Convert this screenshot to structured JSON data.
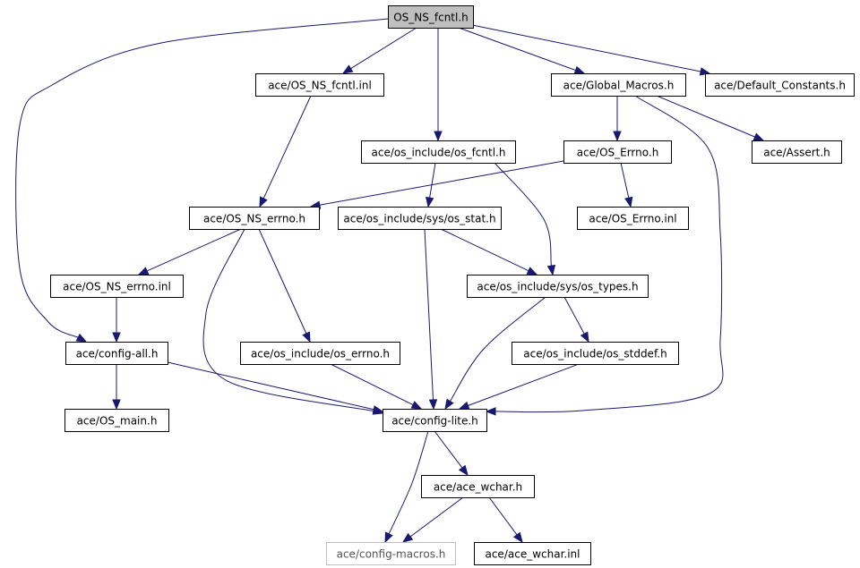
{
  "diagram": {
    "nodes": [
      {
        "id": "OS_NS_fcntl_h",
        "label": "OS_NS_fcntl.h",
        "kind": "root"
      },
      {
        "id": "OS_NS_fcntl_inl",
        "label": "ace/OS_NS_fcntl.inl",
        "kind": "normal"
      },
      {
        "id": "Global_Macros_h",
        "label": "ace/Global_Macros.h",
        "kind": "normal"
      },
      {
        "id": "Default_Constants_h",
        "label": "ace/Default_Constants.h",
        "kind": "normal"
      },
      {
        "id": "os_fcntl_h",
        "label": "ace/os_include/os_fcntl.h",
        "kind": "normal"
      },
      {
        "id": "OS_Errno_h",
        "label": "ace/OS_Errno.h",
        "kind": "normal"
      },
      {
        "id": "Assert_h",
        "label": "ace/Assert.h",
        "kind": "normal"
      },
      {
        "id": "OS_NS_errno_h",
        "label": "ace/OS_NS_errno.h",
        "kind": "normal"
      },
      {
        "id": "os_stat_h",
        "label": "ace/os_include/sys/os_stat.h",
        "kind": "normal"
      },
      {
        "id": "OS_Errno_inl",
        "label": "ace/OS_Errno.inl",
        "kind": "normal"
      },
      {
        "id": "OS_NS_errno_inl",
        "label": "ace/OS_NS_errno.inl",
        "kind": "normal"
      },
      {
        "id": "os_types_h",
        "label": "ace/os_include/sys/os_types.h",
        "kind": "normal"
      },
      {
        "id": "config_all_h",
        "label": "ace/config-all.h",
        "kind": "normal"
      },
      {
        "id": "os_errno_h",
        "label": "ace/os_include/os_errno.h",
        "kind": "normal"
      },
      {
        "id": "os_stddef_h",
        "label": "ace/os_include/os_stddef.h",
        "kind": "normal"
      },
      {
        "id": "OS_main_h",
        "label": "ace/OS_main.h",
        "kind": "normal"
      },
      {
        "id": "config_lite_h",
        "label": "ace/config-lite.h",
        "kind": "normal"
      },
      {
        "id": "ace_wchar_h",
        "label": "ace/ace_wchar.h",
        "kind": "normal"
      },
      {
        "id": "config_macros_h",
        "label": "ace/config-macros.h",
        "kind": "external"
      },
      {
        "id": "ace_wchar_inl",
        "label": "ace/ace_wchar.inl",
        "kind": "normal"
      }
    ],
    "edges": [
      {
        "from": "OS_NS_fcntl_h",
        "to": "OS_NS_fcntl_inl"
      },
      {
        "from": "OS_NS_fcntl_h",
        "to": "os_fcntl_h"
      },
      {
        "from": "OS_NS_fcntl_h",
        "to": "Global_Macros_h"
      },
      {
        "from": "OS_NS_fcntl_h",
        "to": "Default_Constants_h"
      },
      {
        "from": "OS_NS_fcntl_h",
        "to": "config_all_h"
      },
      {
        "from": "OS_NS_fcntl_inl",
        "to": "OS_NS_errno_h"
      },
      {
        "from": "Global_Macros_h",
        "to": "OS_Errno_h"
      },
      {
        "from": "Global_Macros_h",
        "to": "Assert_h"
      },
      {
        "from": "Global_Macros_h",
        "to": "config_lite_h"
      },
      {
        "from": "os_fcntl_h",
        "to": "os_stat_h"
      },
      {
        "from": "os_fcntl_h",
        "to": "os_types_h"
      },
      {
        "from": "OS_Errno_h",
        "to": "OS_NS_errno_h"
      },
      {
        "from": "OS_Errno_h",
        "to": "OS_Errno_inl"
      },
      {
        "from": "OS_NS_errno_h",
        "to": "OS_NS_errno_inl"
      },
      {
        "from": "OS_NS_errno_h",
        "to": "os_errno_h"
      },
      {
        "from": "OS_NS_errno_h",
        "to": "config_lite_h"
      },
      {
        "from": "os_stat_h",
        "to": "os_types_h"
      },
      {
        "from": "os_stat_h",
        "to": "config_lite_h"
      },
      {
        "from": "OS_NS_errno_inl",
        "to": "config_all_h"
      },
      {
        "from": "os_types_h",
        "to": "os_stddef_h"
      },
      {
        "from": "os_types_h",
        "to": "config_lite_h"
      },
      {
        "from": "config_all_h",
        "to": "OS_main_h"
      },
      {
        "from": "config_all_h",
        "to": "config_lite_h"
      },
      {
        "from": "os_errno_h",
        "to": "config_lite_h"
      },
      {
        "from": "os_stddef_h",
        "to": "config_lite_h"
      },
      {
        "from": "config_lite_h",
        "to": "ace_wchar_h"
      },
      {
        "from": "config_lite_h",
        "to": "config_macros_h"
      },
      {
        "from": "ace_wchar_h",
        "to": "config_macros_h"
      },
      {
        "from": "ace_wchar_h",
        "to": "ace_wchar_inl"
      }
    ],
    "colors": {
      "edge": "#191970",
      "root_fill": "#bfbfbf",
      "node_border": "#000000",
      "external_border": "#bfbfbf"
    }
  }
}
